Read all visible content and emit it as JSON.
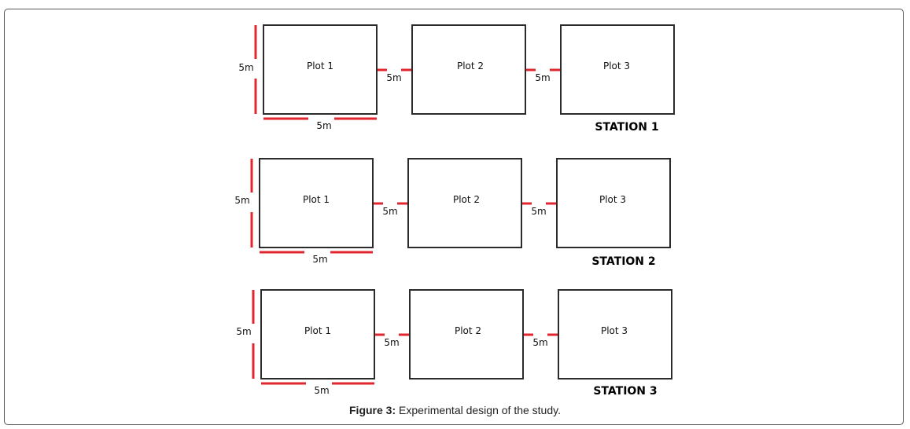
{
  "stations": [
    {
      "name": "STATION 1",
      "plots": [
        "Plot 1",
        "Plot 2",
        "Plot 3"
      ],
      "height_label": "5m",
      "width_label": "5m",
      "gap_labels": [
        "5m",
        "5m"
      ]
    },
    {
      "name": "STATION 2",
      "plots": [
        "Plot 1",
        "Plot 2",
        "Plot 3"
      ],
      "height_label": "5m",
      "width_label": "5m",
      "gap_labels": [
        "5m",
        "5m"
      ]
    },
    {
      "name": "STATION 3",
      "plots": [
        "Plot 1",
        "Plot 2",
        "Plot 3"
      ],
      "height_label": "5m",
      "width_label": "5m",
      "gap_labels": [
        "5m",
        "5m"
      ]
    }
  ],
  "caption": {
    "lead": "Figure 3:",
    "text": "Experimental design of the study."
  },
  "colors": {
    "dimension_line": "#e0262e",
    "plot_border": "#2b2b2b"
  }
}
